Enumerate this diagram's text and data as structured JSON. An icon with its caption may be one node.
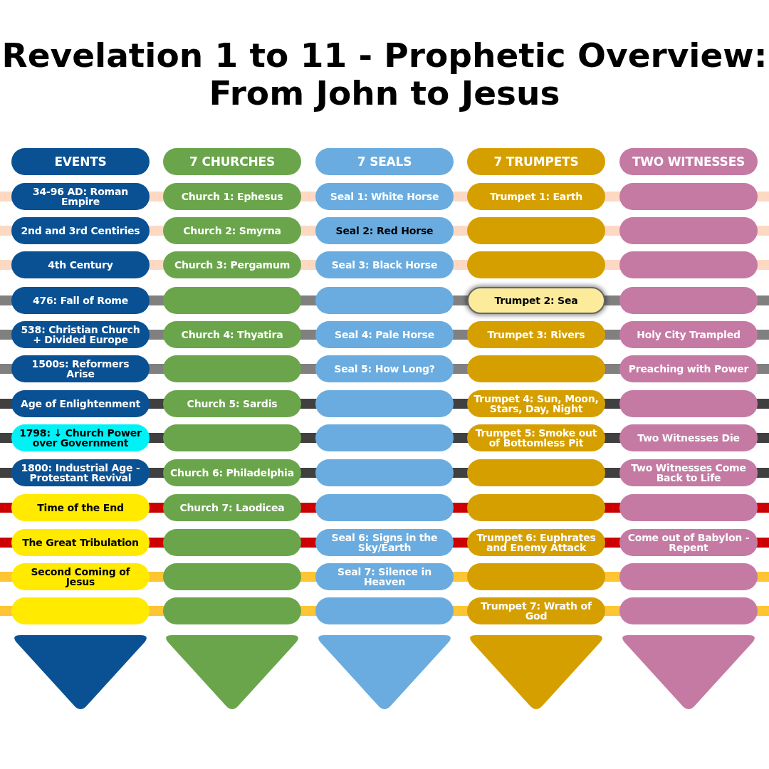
{
  "diagram": {
    "title": "Revelation 1 to 11 - Prophetic Overview: From John to Jesus",
    "nodes": [
      {
        "text": [
          "EVENTS"
        ]
      },
      {
        "text": [
          "7 CHURCHES"
        ]
      },
      {
        "text": [
          "7 SEALS"
        ]
      },
      {
        "text": [
          "7 TRUMPETS"
        ]
      },
      {
        "text": [
          "TWO WITNESSES"
        ]
      },
      {
        "text": [
          "34-96 AD: Roman Empire"
        ]
      },
      {
        "text": [
          "Church 1: Ephesus"
        ]
      },
      {
        "text": [
          "Seal 1: White Horse"
        ]
      },
      {
        "text": [
          "Trumpet 1: Earth"
        ]
      },
      {
        "text": [],
        "shape": "box"
      },
      {
        "text": [
          "2nd and 3rd Centiries"
        ]
      },
      {
        "text": [
          "Church 2: Smyrna"
        ]
      },
      {
        "text": [
          "Seal 2: Red Horse"
        ]
      },
      {
        "text": [],
        "shape": "box"
      },
      {
        "text": [],
        "shape": "box"
      },
      {
        "text": [
          "4th Century"
        ]
      },
      {
        "text": [
          "Church 3: Pergamum"
        ]
      },
      {
        "text": [
          "Seal 3: Black Horse"
        ]
      },
      {
        "text": [],
        "shape": "box"
      },
      {
        "text": [],
        "shape": "box"
      },
      {
        "text": [
          "476: Fall of Rome"
        ]
      },
      {
        "text": [],
        "shape": "box"
      },
      {
        "text": [],
        "shape": "box"
      },
      {
        "text": [
          "Trumpet 2: Sea"
        ]
      },
      {
        "text": [],
        "shape": "box"
      },
      {
        "text": [
          "538: Christian Church + Divided Europe"
        ]
      },
      {
        "text": [
          "Church 4: Thyatira"
        ]
      },
      {
        "text": [
          "Seal 4: Pale Horse"
        ]
      },
      {
        "text": [
          "Trumpet 3: Rivers"
        ]
      },
      {
        "text": [
          "Holy City Trampled"
        ]
      },
      {
        "text": [
          "1500s: Reformers Arise"
        ]
      },
      {
        "text": [],
        "shape": "box"
      },
      {
        "text": [
          "Seal 5: How Long?"
        ]
      },
      {
        "text": [],
        "shape": "box"
      },
      {
        "text": [
          "Preaching with Power"
        ]
      },
      {
        "text": [
          "Age of Enlightenment"
        ]
      },
      {
        "text": [
          "Church 5: Sardis"
        ]
      },
      {
        "text": [],
        "shape": "box"
      },
      {
        "text": [
          "Trumpet 4: Sun, Moon, Stars, Day, Night"
        ]
      },
      {
        "text": [],
        "shape": "box"
      },
      {
        "text": [
          "1798: ↓ Church Power over Government"
        ]
      },
      {
        "text": [],
        "shape": "box"
      },
      {
        "text": [],
        "shape": "box"
      },
      {
        "text": [
          "Trumpet 5: Smoke out of Bottomless Pit"
        ]
      },
      {
        "text": [
          "Two Witnesses Die"
        ]
      },
      {
        "text": [
          "1800: Industrial Age - Protestant Revival"
        ]
      },
      {
        "text": [
          "Church 6: Philadelphia"
        ]
      },
      {
        "text": [],
        "shape": "box"
      },
      {
        "text": [],
        "shape": "box"
      },
      {
        "text": [
          "Two Witnesses Come Back to Life"
        ]
      },
      {
        "text": [
          "Time of the End"
        ]
      },
      {
        "text": [
          "Church 7: Laodicea"
        ]
      },
      {
        "text": [],
        "shape": "box"
      },
      {
        "text": [],
        "shape": "box"
      },
      {
        "text": [],
        "shape": "box"
      },
      {
        "text": [
          "The Great Tribulation"
        ]
      },
      {
        "text": [],
        "shape": "box"
      },
      {
        "text": [
          "Seal 6: Signs in the Sky/Earth"
        ]
      },
      {
        "text": [
          "Trumpet 6: Euphrates and Enemy Attack"
        ]
      },
      {
        "text": [
          "Come out of Babylon - Repent"
        ]
      },
      {
        "text": [
          "Second Coming of Jesus"
        ]
      },
      {
        "text": [],
        "shape": "box"
      },
      {
        "text": [
          "Seal 7: Silence in Heaven"
        ]
      },
      {
        "text": [],
        "shape": "box"
      },
      {
        "text": [],
        "shape": "box"
      },
      {
        "text": [],
        "shape": "box"
      },
      {
        "text": [],
        "shape": "box"
      },
      {
        "text": [],
        "shape": "box"
      },
      {
        "text": [
          "Trumpet 7: Wrath of God"
        ]
      },
      {
        "text": [],
        "shape": "box"
      },
      {
        "text": [],
        "shape": "triangle"
      },
      {
        "text": [],
        "shape": "triangle"
      },
      {
        "text": [],
        "shape": "triangle"
      },
      {
        "text": [],
        "shape": "triangle"
      },
      {
        "text": [],
        "shape": "triangle"
      }
    ]
  }
}
